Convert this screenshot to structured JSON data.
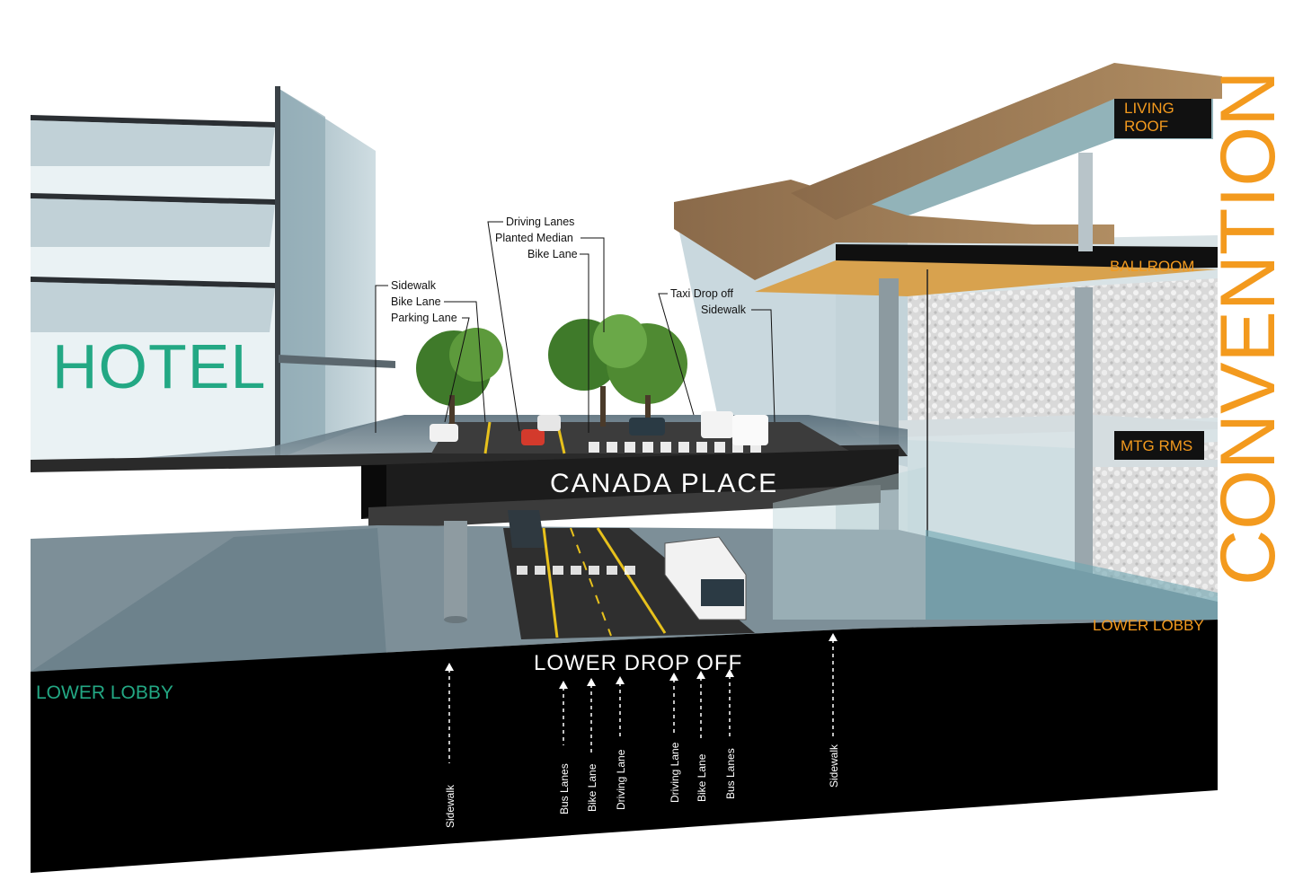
{
  "labels": {
    "hotel": "HOTEL",
    "convention": "CONVENTION",
    "living_roof_line1": "LIVING",
    "living_roof_line2": "ROOF",
    "ballroom": "BALLROOM",
    "mtg_rms": "MTG RMS",
    "lower_lobby_left": "LOWER LOBBY",
    "lower_lobby_right": "LOWER LOBBY",
    "canada_place": "CANADA   PLACE",
    "lower_drop_off": "LOWER DROP OFF"
  },
  "upper_callouts": {
    "left": [
      "Sidewalk",
      "Bike Lane",
      "Parking Lane"
    ],
    "center": [
      "Driving Lanes",
      "Planted Median",
      "Bike Lane"
    ],
    "right": [
      "Taxi Drop off",
      "Sidewalk"
    ]
  },
  "lower_lanes": [
    "Sidewalk",
    "Bus Lanes",
    "Bike Lane",
    "Driving Lane",
    "Driving Lane",
    "Bike Lane",
    "Bus Lanes",
    "Sidewalk"
  ],
  "colors": {
    "hotel_accent": "#23a884",
    "convention_accent": "#f39a1e",
    "base": "#000000"
  }
}
